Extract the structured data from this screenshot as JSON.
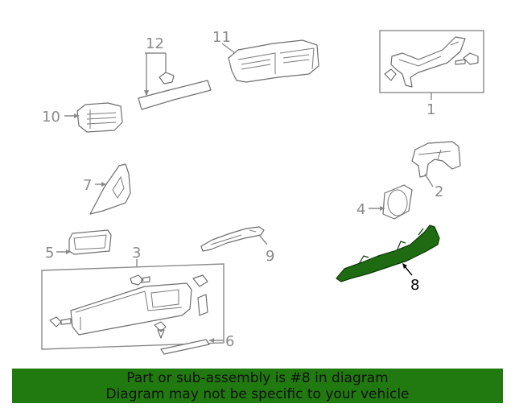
{
  "callouts": {
    "c1": "1",
    "c2": "2",
    "c3": "3",
    "c4": "4",
    "c5": "5",
    "c6": "6",
    "c7": "7",
    "c8": "8",
    "c9": "9",
    "c10": "10",
    "c11": "11",
    "c12": "12"
  },
  "highlight_color": "#217a0f",
  "banner": {
    "line1": "Part or sub-assembly is #8 in diagram",
    "line2": "Diagram may not be specific to your vehicle"
  }
}
